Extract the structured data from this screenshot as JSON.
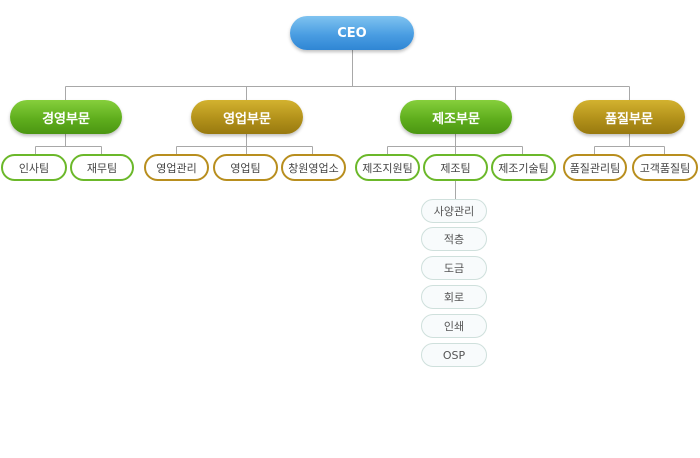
{
  "colors": {
    "green": "#5fae1d",
    "olive": "#b2911a",
    "blue": "#4a9de2",
    "line": "#a8a8a8"
  },
  "ceo": "CEO",
  "divisions": [
    {
      "label": "경영부문",
      "color": "green",
      "teams": [
        "인사팀",
        "재무팀"
      ]
    },
    {
      "label": "영업부문",
      "color": "olive",
      "teams": [
        "영업관리",
        "영업팀",
        "창원영업소"
      ]
    },
    {
      "label": "제조부문",
      "color": "green",
      "teams": [
        "제조지원팀",
        "제조팀",
        "제조기술팀"
      ]
    },
    {
      "label": "품질부문",
      "color": "olive",
      "teams": [
        "품질관리팀",
        "고객품질팀"
      ]
    }
  ],
  "manufacturing_subunits": [
    "사양관리",
    "적층",
    "도금",
    "회로",
    "인쇄",
    "OSP"
  ]
}
